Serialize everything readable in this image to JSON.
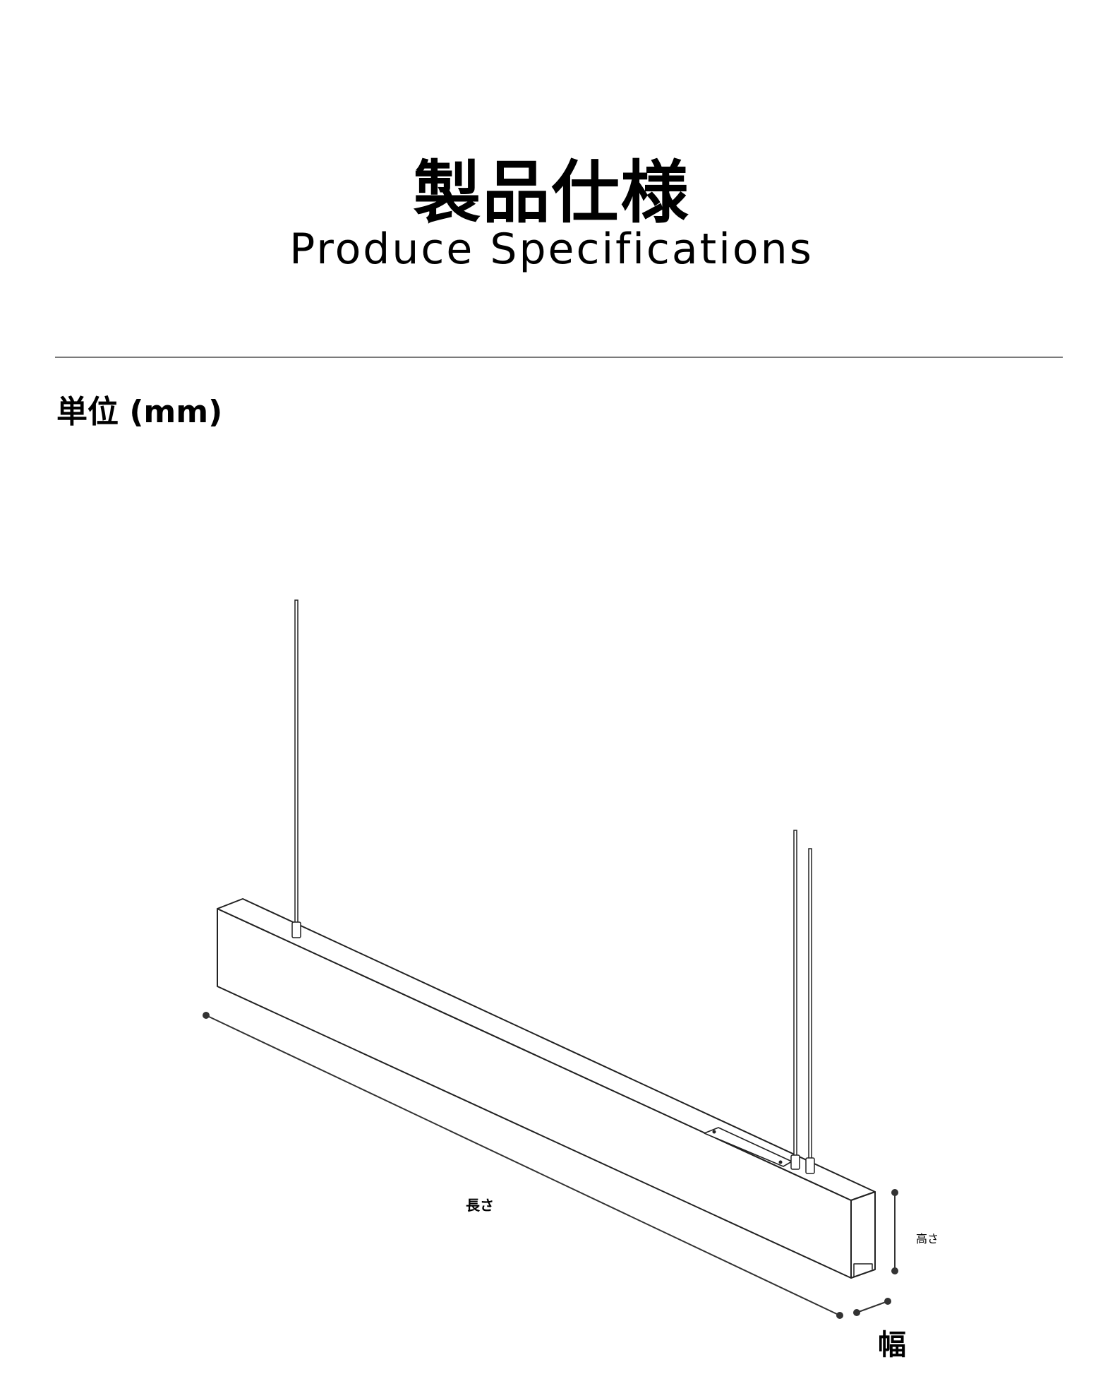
{
  "header": {
    "title_jp": "製品仕様",
    "title_en": "Produce Specifications"
  },
  "unit": {
    "label": "単位 (mm)"
  },
  "diagram": {
    "length_label": "長さ",
    "height_label": "高さ",
    "width_label": "幅",
    "line_color": "#222222",
    "dim_color": "#333333"
  }
}
